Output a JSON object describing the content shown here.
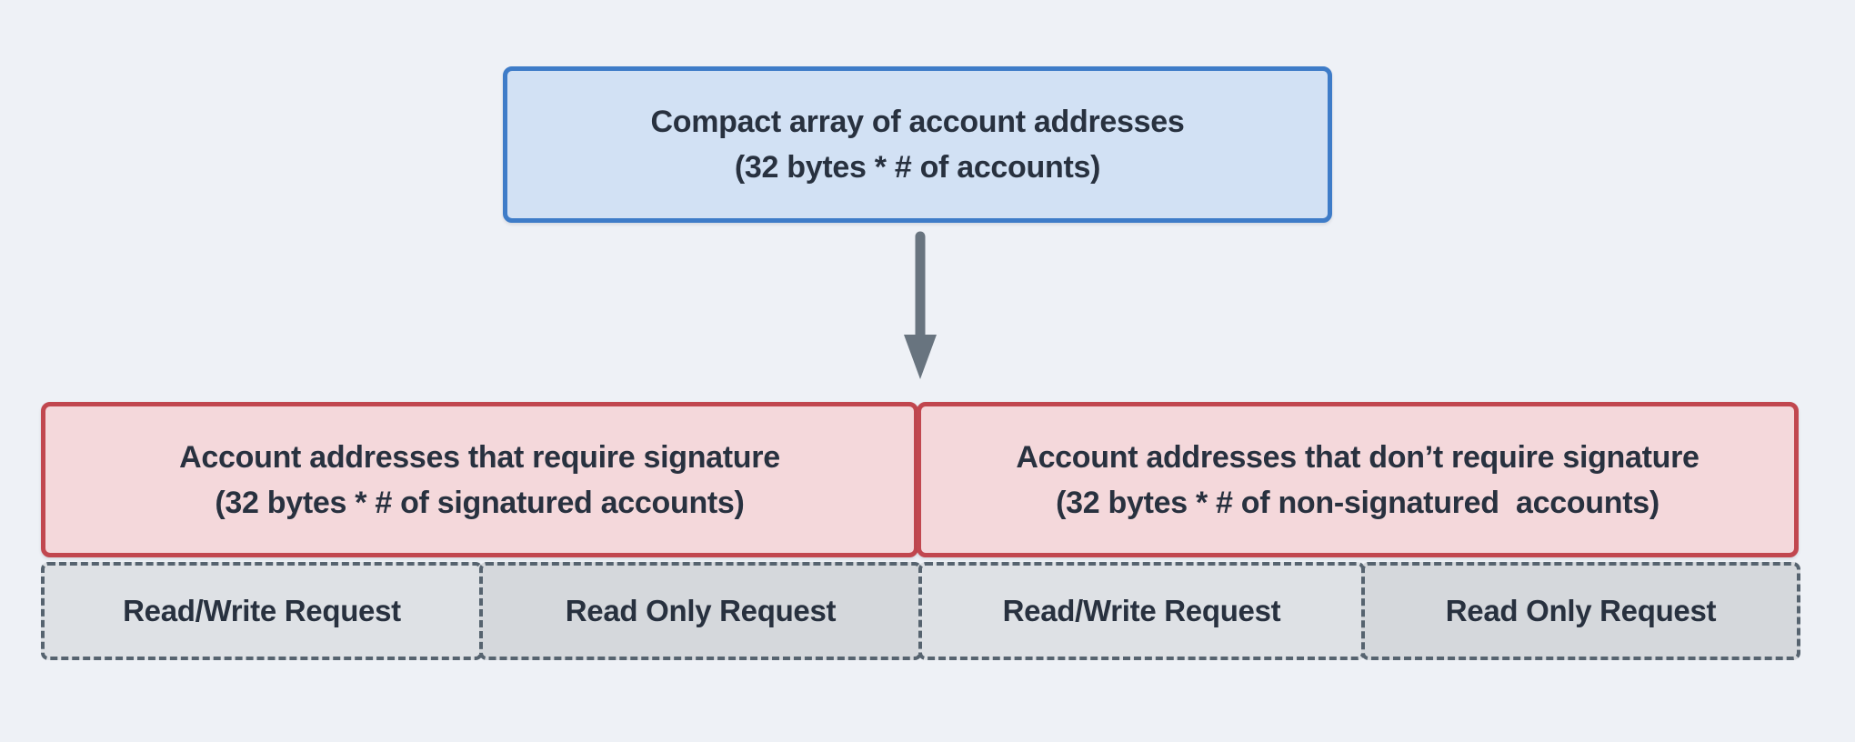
{
  "diagram": {
    "top_box": {
      "line1": "Compact array of account addresses",
      "line2": "(32 bytes * # of accounts)"
    },
    "signature_box": {
      "line1": "Account addresses that require signature",
      "line2": "(32 bytes * # of signatured accounts)"
    },
    "no_signature_box": {
      "line1": "Account addresses that don’t require signature",
      "line2": "(32 bytes * # of non-signatured  accounts)"
    },
    "request_boxes": [
      {
        "label": "Read/Write Request",
        "variant": "read-write"
      },
      {
        "label": "Read Only Request",
        "variant": "read-only"
      },
      {
        "label": "Read/Write Request",
        "variant": "read-write"
      },
      {
        "label": "Read Only Request",
        "variant": "read-only"
      }
    ]
  },
  "colors": {
    "bg": "#eef1f6",
    "ink": "#28313f",
    "blue-border": "#3e7cc8",
    "blue-fill": "#d2e1f4",
    "red-border": "#c1474f",
    "red-fill": "#f4d8db",
    "gray-rw": "#dee1e5",
    "gray-ro": "#d5d8dc",
    "dash": "#56636f",
    "arrow": "#68747f"
  }
}
